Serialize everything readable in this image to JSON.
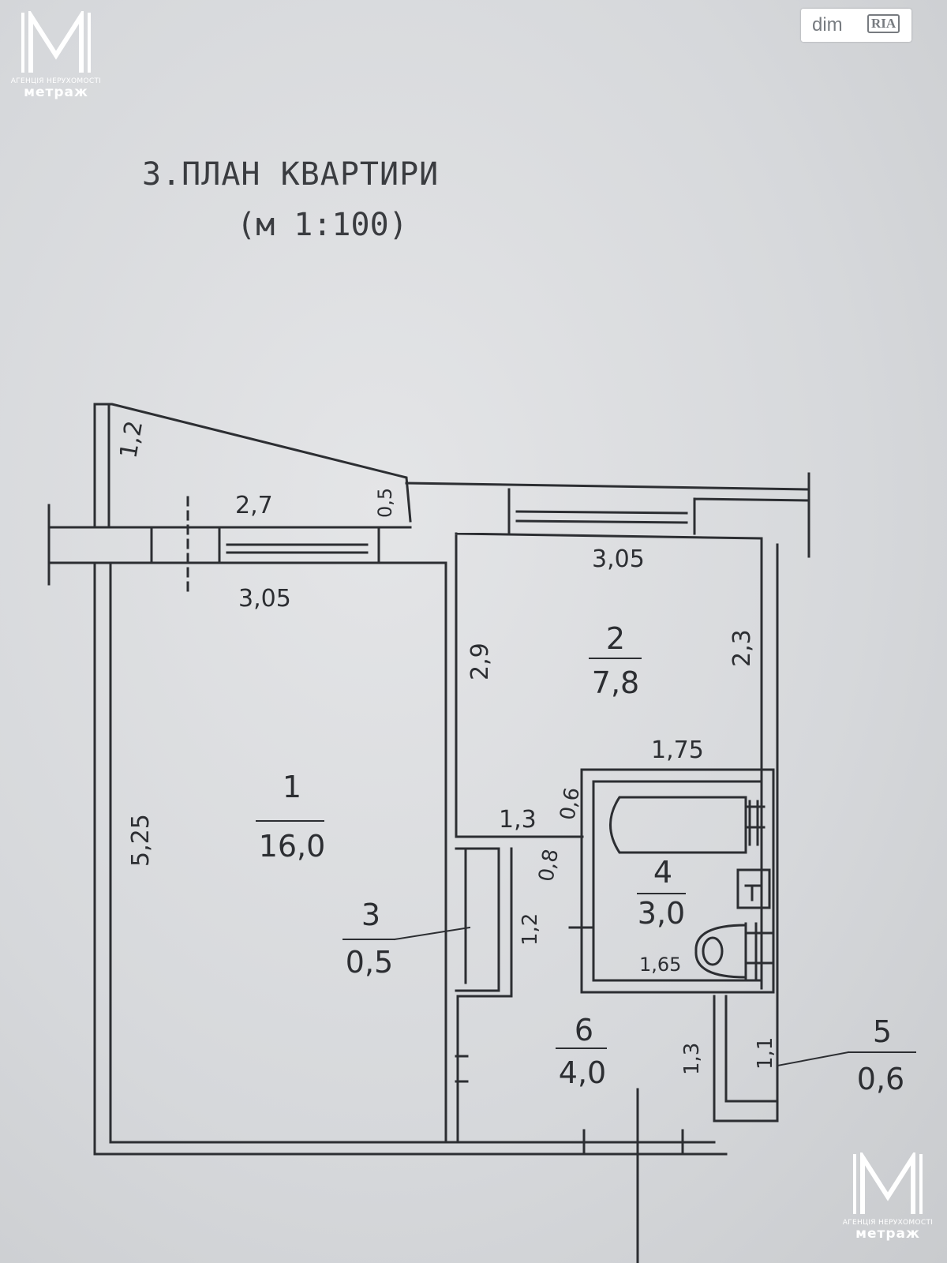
{
  "title": "З.ПЛАН КВАРТИРИ",
  "scale": "(м 1:100)",
  "watermark": {
    "logo_letter": "M",
    "agency_tagline": "АГЕНЦІЯ НЕРУХОМОСТІ",
    "agency_name": "метраж"
  },
  "badge": {
    "text_dim": "dim",
    "text_ria": "RIA"
  },
  "rooms": [
    {
      "number": "1",
      "area": "16,0"
    },
    {
      "number": "2",
      "area": "7,8"
    },
    {
      "number": "3",
      "area": "0,5"
    },
    {
      "number": "4",
      "area": "3,0"
    },
    {
      "number": "5",
      "area": "0,6"
    },
    {
      "number": "6",
      "area": "4,0"
    }
  ],
  "dimensions": {
    "balcony_side": "1,2",
    "balcony_length": "2,7",
    "balcony_end": "0,5",
    "room1_width": "3,05",
    "room1_length": "5,25",
    "room2_width": "3,05",
    "room2_left": "2,9",
    "room2_right": "2,3",
    "bath_width": "1,75",
    "bath_height": "0,6",
    "closet_width": "1,3",
    "corridor_width": "0,8",
    "closet_depth": "1,2",
    "bath_depth": "1,65",
    "hall_depth": "1,3",
    "storage_depth": "1,1"
  },
  "colors": {
    "paper": "#dcdee1",
    "ink": "#2c2e32",
    "watermark": "#ffffff"
  }
}
